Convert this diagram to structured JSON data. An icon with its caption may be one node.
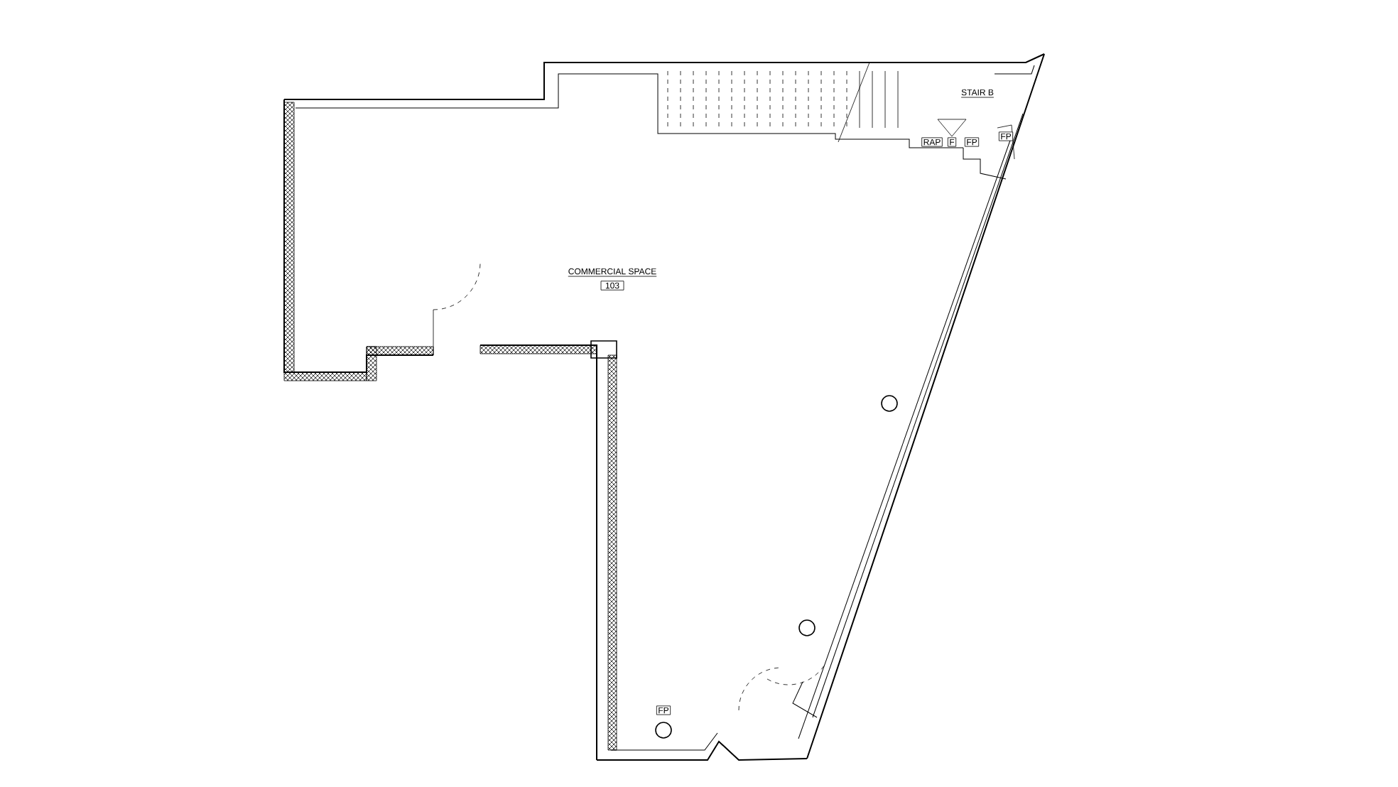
{
  "diagram": {
    "nodes": [
      {
        "text": [
          "103"
        ]
      },
      {
        "text": [
          "RAP"
        ]
      },
      {
        "text": [
          "F"
        ]
      },
      {
        "text": [
          "FP"
        ]
      },
      {
        "text": [
          "FP"
        ]
      },
      {
        "text": [
          "FP"
        ]
      }
    ],
    "labels": [
      "STAIR B",
      "COMMERCIAL SPACE"
    ]
  }
}
